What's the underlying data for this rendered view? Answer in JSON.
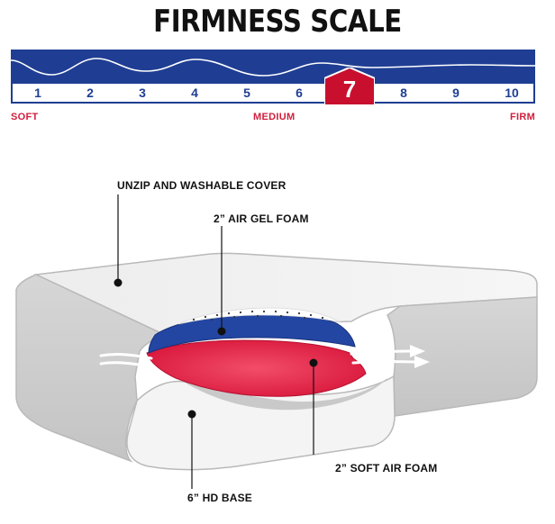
{
  "title": "FIRMNESS SCALE",
  "scale": {
    "numbers": [
      "1",
      "2",
      "3",
      "4",
      "5",
      "6",
      "7",
      "8",
      "9",
      "10"
    ],
    "selected": "7",
    "labels": {
      "soft": "SOFT",
      "medium": "MEDIUM",
      "firm": "FIRM"
    },
    "colors": {
      "band": "#1f3e93",
      "highlight": "#c8102e"
    }
  },
  "layers": {
    "cover": "UNZIP AND WASHABLE COVER",
    "gel_foam": "2” AIR GEL FOAM",
    "soft_foam": "2” SOFT AIR FOAM",
    "base": "6” HD BASE"
  }
}
